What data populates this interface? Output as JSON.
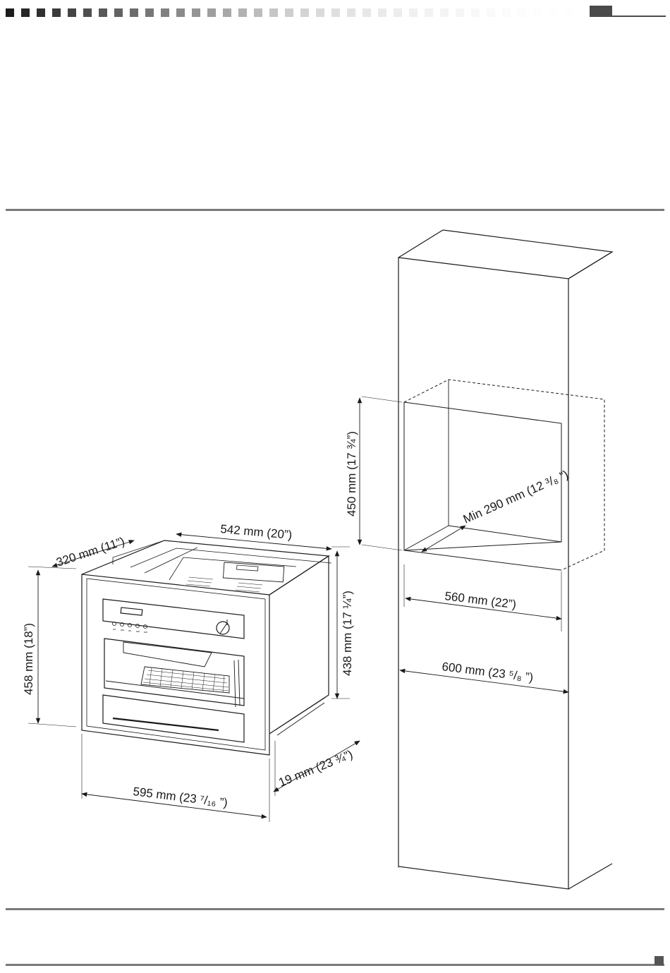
{
  "header": {
    "square_colors": [
      "#1c1c1c",
      "#262626",
      "#303030",
      "#3a3a3a",
      "#444444",
      "#4e4e4e",
      "#585858",
      "#626262",
      "#6c6c6c",
      "#767676",
      "#808080",
      "#8a8a8a",
      "#949494",
      "#9e9e9e",
      "#a8a8a8",
      "#b2b2b2",
      "#bcbcbc",
      "#c6c6c6",
      "#cecece",
      "#d4d4d4",
      "#dadada",
      "#dfdfdf",
      "#e3e3e3",
      "#e7e7e7",
      "#eaeaea",
      "#ededed",
      "#f0f0f0",
      "#f2f2f2",
      "#f4f4f4",
      "#f6f6f6",
      "#f8f8f8",
      "#fafafa",
      "#fbfbfb",
      "#fcfcfc",
      "#fdfdfd",
      "#fefefe",
      "#fefefe",
      "#ffffff"
    ]
  },
  "dimensions": {
    "oven_width": "595 mm (23 ⁷/₁₆ ”)",
    "oven_height": "458 mm (18”)",
    "oven_depth": "320 mm (11”)",
    "oven_body_width": "542 mm (20”)",
    "oven_body_height": "438 mm (17 ¼”)",
    "frame_thickness": "19 mm (23 ¾”)",
    "niche_height": "450 mm (17 ¾”)",
    "niche_depth": "Min 290 mm (12 ³/₈ ”)",
    "niche_width": "560 mm (22”)",
    "cabinet_width": "600 mm (23 ⁵/₈ ”)"
  },
  "colors": {
    "line": "#1a1a1a",
    "rule": "#7a7a7a"
  }
}
